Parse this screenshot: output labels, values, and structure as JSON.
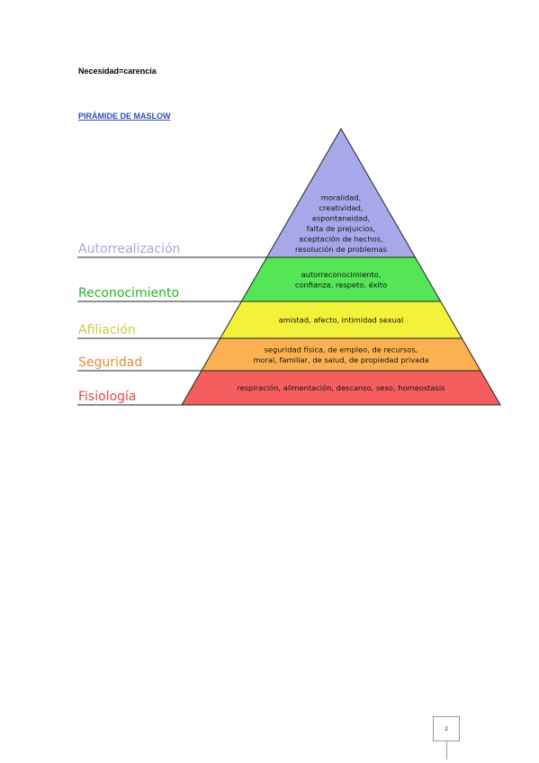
{
  "document": {
    "heading": "Necesidad=carencia",
    "subheading": "PIRÁMIDE DE MASLOW",
    "page_number": "2"
  },
  "pyramid": {
    "levels": [
      {
        "label": "Autorrealización",
        "label_color": "#a6a6d6",
        "fill": "#a7a8ea",
        "lines": [
          "moralidad,",
          "creatividad,",
          "espontaneidad,",
          "falta de prejuicios,",
          "aceptación de hechos,",
          "resolución de problemas"
        ]
      },
      {
        "label": "Reconocimiento",
        "label_color": "#26b526",
        "fill": "#55e655",
        "lines": [
          "autorreconocimiento,",
          "confianza, respeto, éxito"
        ]
      },
      {
        "label": "Afiliación",
        "label_color": "#c9c94a",
        "fill": "#f2f23a",
        "lines": [
          "amistad, afecto, intimidad sexual"
        ]
      },
      {
        "label": "Seguridad",
        "label_color": "#e58a30",
        "fill": "#fbb152",
        "lines": [
          "seguridad física, de empleo, de recursos,",
          "moral, familiar, de salud, de propiedad privada"
        ]
      },
      {
        "label": "Fisiología",
        "label_color": "#e04848",
        "fill": "#f45e5e",
        "lines": [
          "respiración, alimentación, descanso, sexo, homeostasis"
        ]
      }
    ]
  }
}
